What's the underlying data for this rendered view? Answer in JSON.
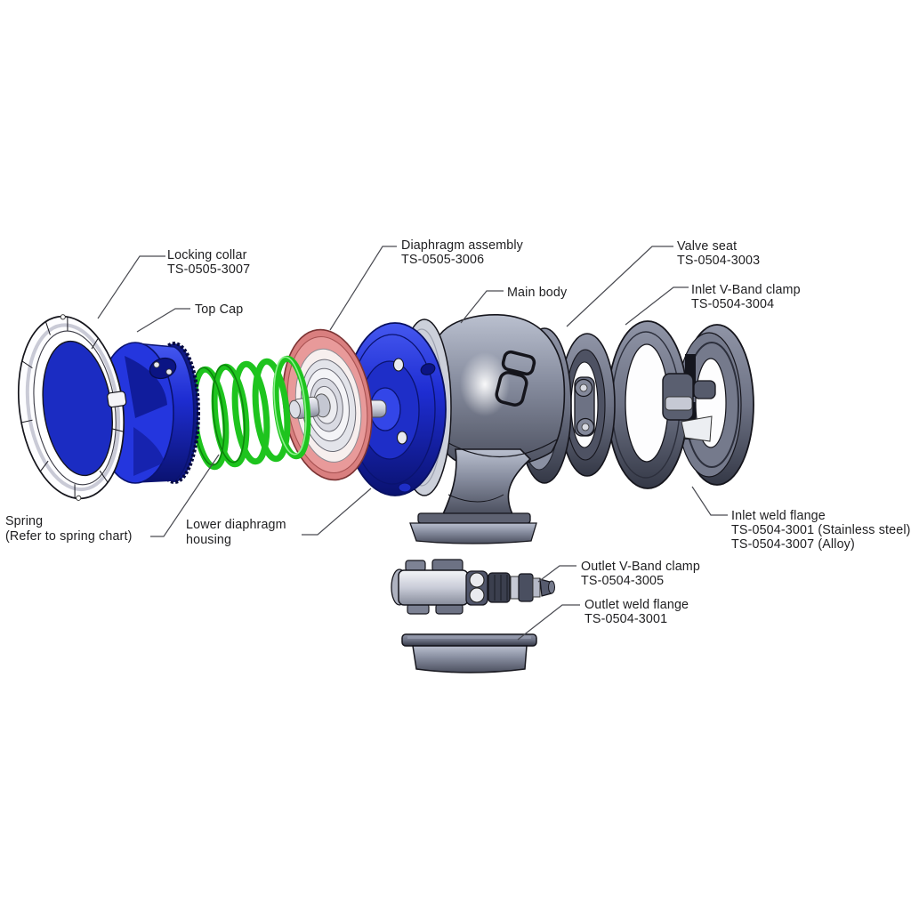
{
  "diagram": {
    "type": "exploded-parts-diagram",
    "labels": {
      "locking_collar": [
        "Locking collar",
        "TS-0505-3007"
      ],
      "top_cap": [
        "Top Cap"
      ],
      "diaphragm_assembly": [
        "Diaphragm assembly",
        "TS-0505-3006"
      ],
      "main_body": [
        "Main body"
      ],
      "valve_seat": [
        "Valve seat",
        "TS-0504-3003"
      ],
      "inlet_vband_clamp": [
        "Inlet V-Band clamp",
        "TS-0504-3004"
      ],
      "spring": [
        "Spring",
        "(Refer to spring chart)"
      ],
      "lower_diaphragm_housing": [
        "Lower diaphragm",
        "housing"
      ],
      "inlet_weld_flange": [
        "Inlet weld flange",
        "TS-0504-3001 (Stainless steel)",
        "TS-0504-3007 (Alloy)"
      ],
      "outlet_vband_clamp": [
        "Outlet V-Band clamp",
        "TS-0504-3005"
      ],
      "outlet_weld_flange": [
        "Outlet weld flange",
        "TS-0504-3001"
      ]
    },
    "colors": {
      "background": "#ffffff",
      "part-blue": "#1e2dd2",
      "part-blue-light": "#4558f0",
      "part-blue-dark": "#0a1270",
      "part-green": "#1ec41e",
      "part-green-dark": "#0c860c",
      "part-green-light": "#8ef08e",
      "part-pink": "#e89a9a",
      "part-pink-dark": "#a85252",
      "part-grey": "#868c9e",
      "part-grey-dark": "#4b4f5e",
      "part-ring": "#6d7284",
      "part-silver": "#c9ccd8",
      "collar-white": "#fdfdff",
      "outline": "#15151c",
      "label-text": "#1e1e20",
      "leader-line": "#4a4b52"
    }
  }
}
